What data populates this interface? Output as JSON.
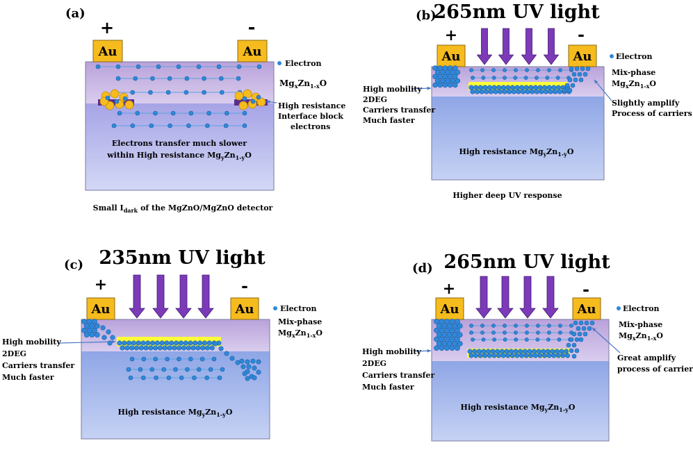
{
  "au_label": "Au",
  "plus": "+",
  "minus": "-",
  "colors": {
    "upper_layer": "#c6b4e2",
    "lower_layer": "#a6b9ea",
    "gold": "#f6bb1d",
    "arrow": "#7c3ab8",
    "electron": "#2f88d8",
    "channel": "#ffff38",
    "label_line": "#4a78c8"
  },
  "panels": {
    "a": {
      "tag": "(a)",
      "electron_label": "Electron",
      "upper_material": "MgxZn1-xO",
      "interface_label_1": "High resistance",
      "interface_label_2": "Interface block",
      "interface_label_3": "electrons",
      "body_line_1": "Electrons transfer much slower",
      "body_line_2": "within High resistance MgyZn1-yO",
      "caption": "Small Idark of the MgZnO/MgZnO detector"
    },
    "b": {
      "tag": "(b)",
      "light": "265nm UV light",
      "electron_label": "Electron",
      "mix_1": "Mix-phase",
      "mix_2": "MgxZn1-xO",
      "left_1": "High mobility",
      "left_2": "2DEG",
      "left_3": "Carriers transfer",
      "left_4": "Much faster",
      "right_1": "Slightly amplify",
      "right_2": "Process of carriers",
      "lower_label": "High resistance MgyZn1-yO",
      "caption": "Higher deep UV response"
    },
    "c": {
      "tag": "(c)",
      "light": "235nm UV light",
      "electron_label": "Electron",
      "mix_1": "Mix-phase",
      "mix_2": "MgxZn1-xO",
      "left_1": "High mobility",
      "left_2": "2DEG",
      "left_3": "Carriers transfer",
      "left_4": "Much faster",
      "lower_label": "High resistance MgyZn1-yO"
    },
    "d": {
      "tag": "(d)",
      "light": "265nm UV light",
      "electron_label": "Electron",
      "mix_1": "Mix-phase",
      "mix_2": "MgxZn1-xO",
      "left_1": "High mobility",
      "left_2": "2DEG",
      "left_3": "Carriers transfer",
      "left_4": "Much faster",
      "right_1": "Great amplify",
      "right_2": "process of carriers",
      "lower_label": "High resistance MgyZn1-yO"
    }
  }
}
